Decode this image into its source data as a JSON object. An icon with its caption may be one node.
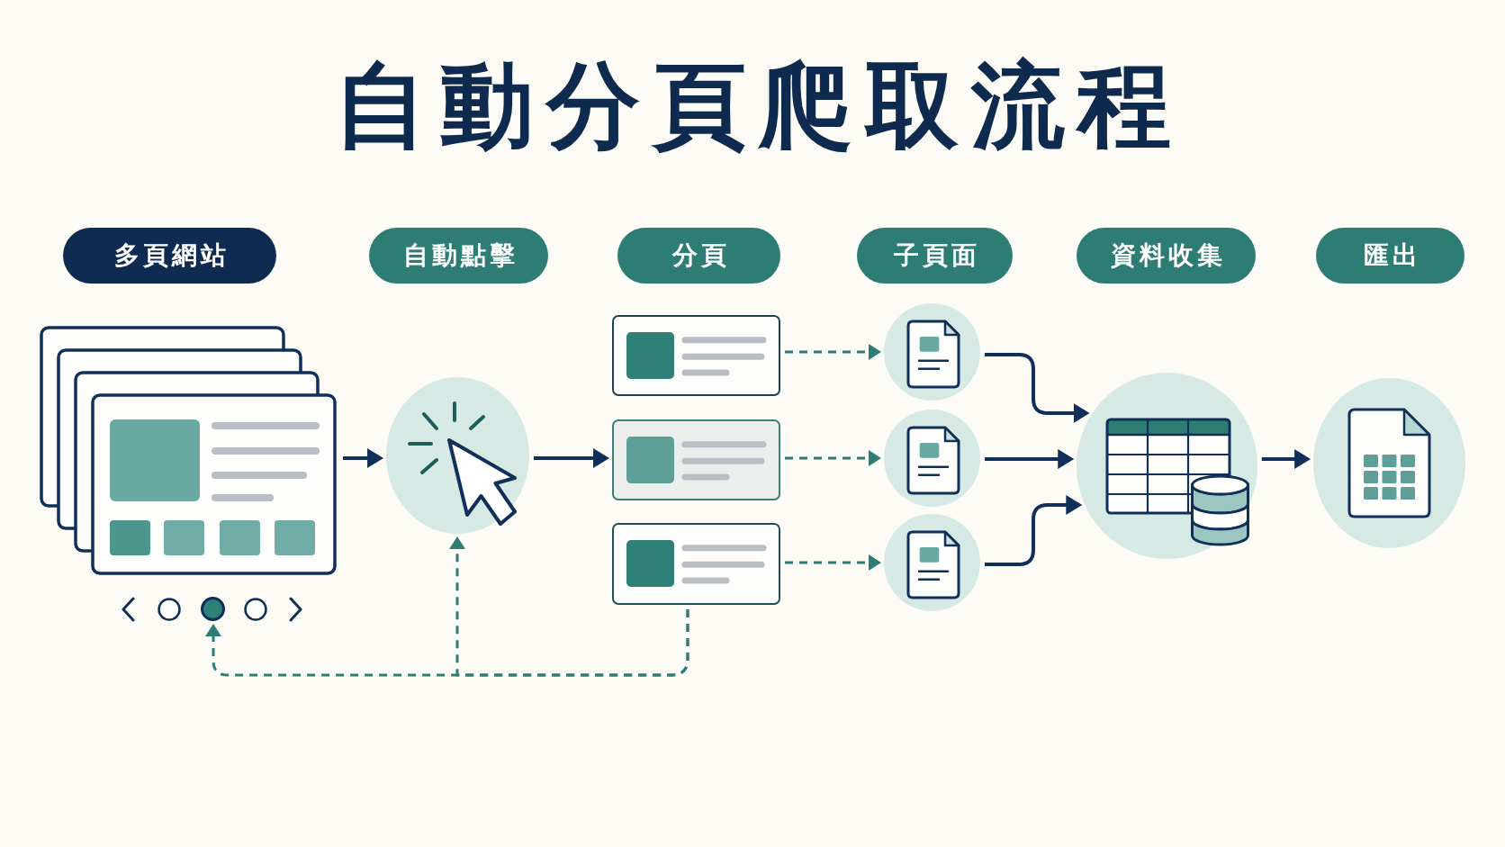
{
  "diagram": {
    "title": "自動分頁爬取流程",
    "nodes": [
      {
        "text": [
          "多頁網站"
        ]
      },
      {
        "text": [
          "自動點擊"
        ]
      },
      {
        "text": [
          "分頁"
        ]
      },
      {
        "text": [
          "子頁面"
        ]
      },
      {
        "text": [
          "資料收集"
        ]
      },
      {
        "text": [
          "匯出"
        ]
      },
      {
        "text": [],
        "shape": "picture"
      },
      {
        "text": [],
        "shape": "circle"
      },
      {
        "text": [],
        "shape": "circle"
      },
      {
        "text": [],
        "shape": "box"
      },
      {
        "text": [],
        "shape": "box"
      },
      {
        "text": [],
        "shape": "box"
      },
      {
        "text": [],
        "shape": "circle"
      },
      {
        "text": [],
        "shape": "circle"
      },
      {
        "text": [],
        "shape": "circle"
      },
      {
        "text": [],
        "shape": "circle"
      },
      {
        "text": [],
        "shape": "circle"
      }
    ],
    "edges": [
      {
        "from": 6,
        "to": 8,
        "arrow": "to"
      },
      {
        "from": 8,
        "to": 10,
        "arrow": "to"
      },
      {
        "from": 9,
        "to": 12,
        "arrow": "to",
        "style": "dashed",
        "color": "#2e7d74"
      },
      {
        "from": 10,
        "to": 13,
        "arrow": "to",
        "style": "dashed",
        "color": "#2e7d74"
      },
      {
        "from": 11,
        "to": 14,
        "arrow": "to",
        "style": "dashed",
        "color": "#2e7d74"
      },
      {
        "from": 12,
        "to": 15,
        "arrow": "to"
      },
      {
        "from": 13,
        "to": 15,
        "arrow": "to"
      },
      {
        "from": 14,
        "to": 15,
        "arrow": "to"
      },
      {
        "from": 15,
        "to": 16,
        "arrow": "to"
      },
      {
        "from": 11,
        "to": 8,
        "arrow": "to",
        "style": "dashed",
        "color": "#2e7d74"
      },
      {
        "from": 11,
        "to": 7,
        "arrow": "to",
        "style": "dashed",
        "color": "#2e7d74"
      }
    ]
  }
}
